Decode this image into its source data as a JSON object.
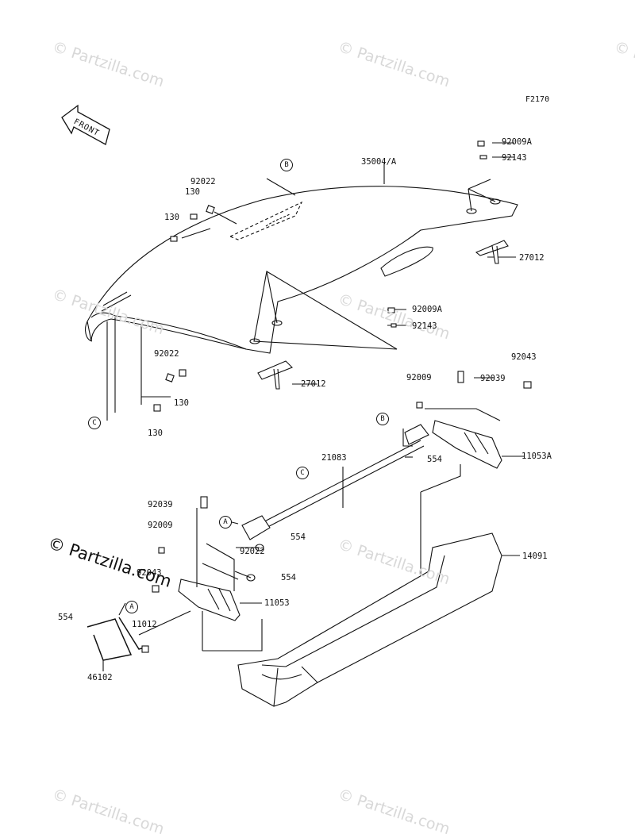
{
  "diagram_code": "F2170",
  "front_arrow_text": "FRONT",
  "watermark_text": "© Partzilla.com",
  "callouts": {
    "a1": "A",
    "a2": "A",
    "b1": "B",
    "b2": "B",
    "c1": "C",
    "c2": "C"
  },
  "parts": {
    "p35004a": "35004/A",
    "p92009a_top": "92009A",
    "p92143_top": "92143",
    "p27012_top": "27012",
    "p92022_top": "92022",
    "p130_a": "130",
    "p130_b": "130",
    "p92009a_mid": "92009A",
    "p92143_mid": "92143",
    "p92022_mid": "92022",
    "p130_c": "130",
    "p130_d": "130",
    "p27012_mid": "27012",
    "p92043_right": "92043",
    "p92009_right": "92009",
    "p92039_right": "92039",
    "p11053a": "11053A",
    "p554_a": "554",
    "p21083": "21083",
    "p92039_left": "92039",
    "p554_b": "554",
    "p92009_left": "92009",
    "p92022_low": "92022",
    "p554_c": "554",
    "p92043_left": "92043",
    "p11053": "11053",
    "p554_d": "554",
    "p11012": "11012",
    "p46102": "46102",
    "p14091": "14091"
  }
}
